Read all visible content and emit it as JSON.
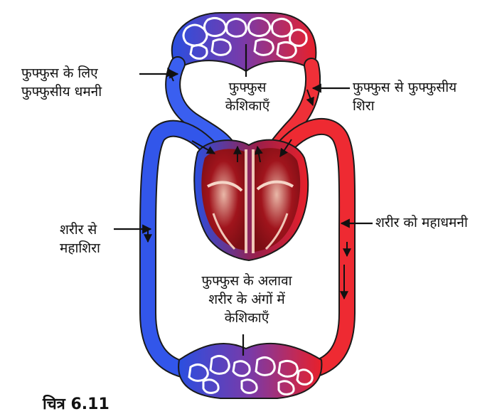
{
  "labels": {
    "pulmonary_artery": [
      "फुफ्फुस के लिए",
      "फुफ्फुसीय धमनी"
    ],
    "lung_capillaries": [
      "फुफ्फुस",
      "केशिकाएँ"
    ],
    "pulmonary_vein": [
      "फुफ्फुस से फुफ्फुसीय",
      "शिरा"
    ],
    "vena_cava": [
      "शरीर से",
      "महाशिरा"
    ],
    "aorta": [
      "शरीर को महाधमनी"
    ],
    "body_capillaries": [
      "फुफ्फुस के अलावा",
      "शरीर के अंगों में",
      "केशिकाएँ"
    ]
  },
  "figure_caption": "चित्र 6.11",
  "colors": {
    "oxygenated": "#e8202a",
    "deoxygenated": "#2a4fe0",
    "mixed": "#7a3aa8",
    "heart": "#a0141c",
    "heart_light": "#e9b8a8"
  }
}
